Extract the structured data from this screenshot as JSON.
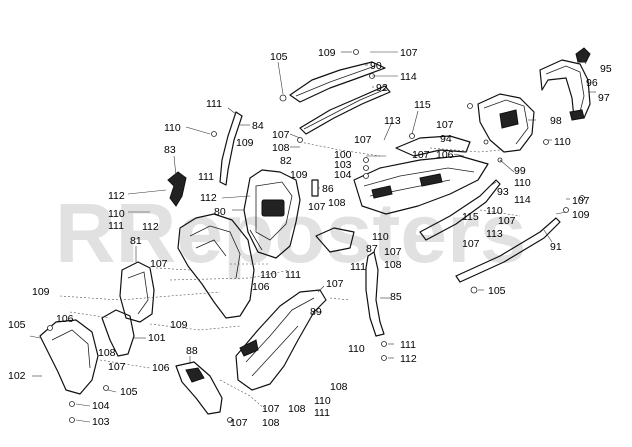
{
  "watermark": "RReposters",
  "labels": {
    "l105a": "105",
    "l109a": "109",
    "l107a": "107",
    "l90": "90",
    "l114a": "114",
    "l92": "92",
    "l111a": "111",
    "l84": "84",
    "l110a": "110",
    "l83": "83",
    "l107b": "107",
    "l108a": "108",
    "l109b": "109",
    "l82": "82",
    "l111b": "111",
    "l115a": "115",
    "l113a": "113",
    "l107c": "107",
    "l94": "94",
    "l100": "100",
    "l103": "103",
    "l104a": "104",
    "l107d": "107",
    "l106a": "106",
    "l96": "96",
    "l95": "95",
    "l97": "97",
    "l98": "98",
    "l110b": "110",
    "l99": "99",
    "l110c": "110",
    "l93": "93",
    "l114b": "114",
    "l107e": "107",
    "l109c": "109",
    "l110d": "110",
    "l115b": "115",
    "l107f": "107",
    "l113b": "113",
    "l107g": "107",
    "l91": "91",
    "l112a": "112",
    "l110e": "110",
    "l111c": "111",
    "l112b": "112",
    "l80": "80",
    "l109d": "109",
    "l86": "86",
    "l107h": "107",
    "l108b": "108",
    "l110f": "110",
    "l87": "87",
    "l107i": "107",
    "l108c": "108",
    "l111d": "111",
    "l81": "81",
    "l107j": "107",
    "l110g": "110",
    "l111e": "111",
    "l106b": "106",
    "l107k": "107",
    "l105b": "105",
    "l109e": "109",
    "l89": "89",
    "l85": "85",
    "l110h": "110",
    "l111f": "111",
    "l112c": "112",
    "l105c": "105",
    "l106c": "106",
    "l108d": "108",
    "l101": "101",
    "l109f": "109",
    "l102": "102",
    "l107l": "107",
    "l105d": "105",
    "l106d": "106",
    "l88": "88",
    "l104b": "104",
    "l103b": "103",
    "l107m": "107",
    "l107n": "107",
    "l108e": "108",
    "l108f": "108",
    "l110i": "110",
    "l111g": "111",
    "l108g": "108"
  }
}
